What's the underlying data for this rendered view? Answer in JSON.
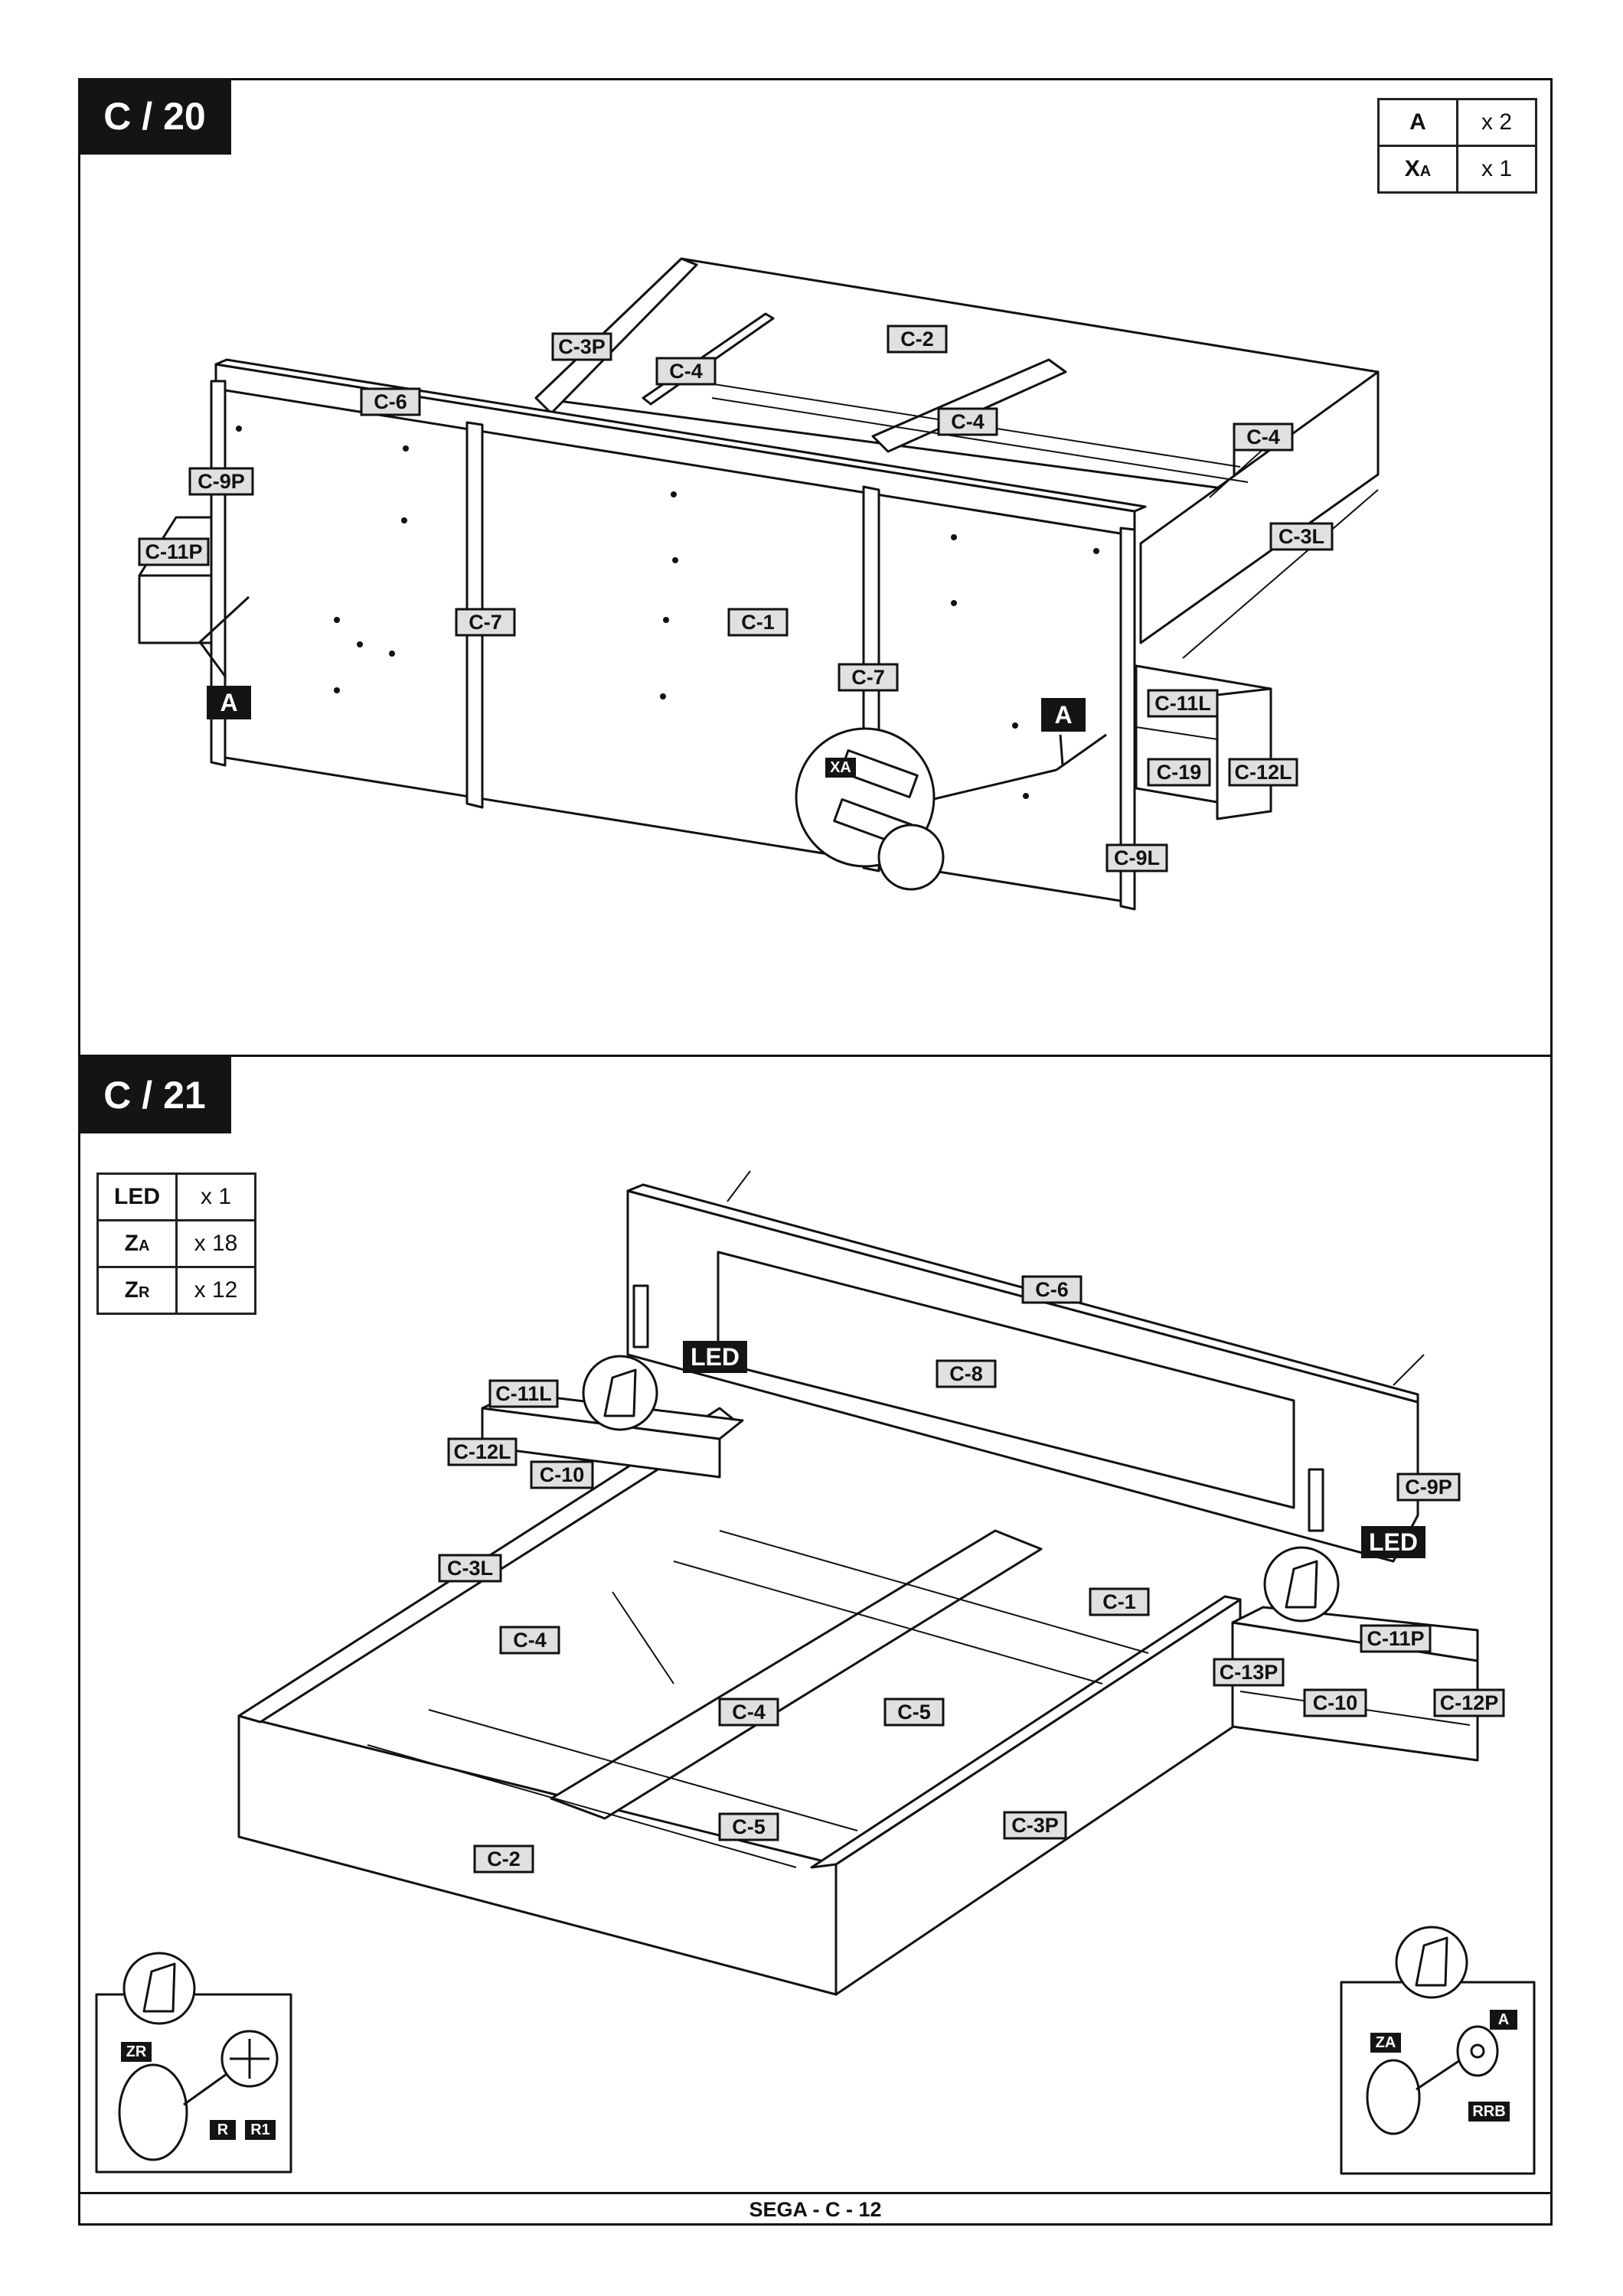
{
  "steps": [
    {
      "id": "C / 20",
      "parts": [
        {
          "code": "A",
          "sub": "",
          "qty": "x 2"
        },
        {
          "code": "X",
          "sub": "A",
          "qty": "x 1"
        }
      ],
      "labels": [
        "C-3P",
        "C-2",
        "C-4",
        "C-4",
        "C-4",
        "C-6",
        "C-9P",
        "C-11P",
        "C-7",
        "C-1",
        "C-7",
        "C-3L",
        "C-11L",
        "C-19",
        "C-12L",
        "C-9L"
      ],
      "markers": [
        "A",
        "A"
      ],
      "detail_marker": "XA"
    },
    {
      "id": "C / 21",
      "parts": [
        {
          "code": "LED",
          "sub": "",
          "qty": "x 1"
        },
        {
          "code": "Z",
          "sub": "A",
          "qty": "x 18"
        },
        {
          "code": "Z",
          "sub": "R",
          "qty": "x 12"
        }
      ],
      "labels": [
        "C-6",
        "C-8",
        "C-11L",
        "C-12L",
        "C-10",
        "C-9P",
        "C-3L",
        "C-1",
        "C-4",
        "C-11P",
        "C-13P",
        "C-10",
        "C-12P",
        "C-4",
        "C-5",
        "C-5",
        "C-3P",
        "C-2"
      ],
      "led_markers": [
        "LED",
        "LED"
      ],
      "detail_left": [
        "ZR",
        "R",
        "R1"
      ],
      "detail_right": [
        "ZA",
        "A",
        "RRB"
      ]
    }
  ],
  "footer": "SEGA - C - 12"
}
